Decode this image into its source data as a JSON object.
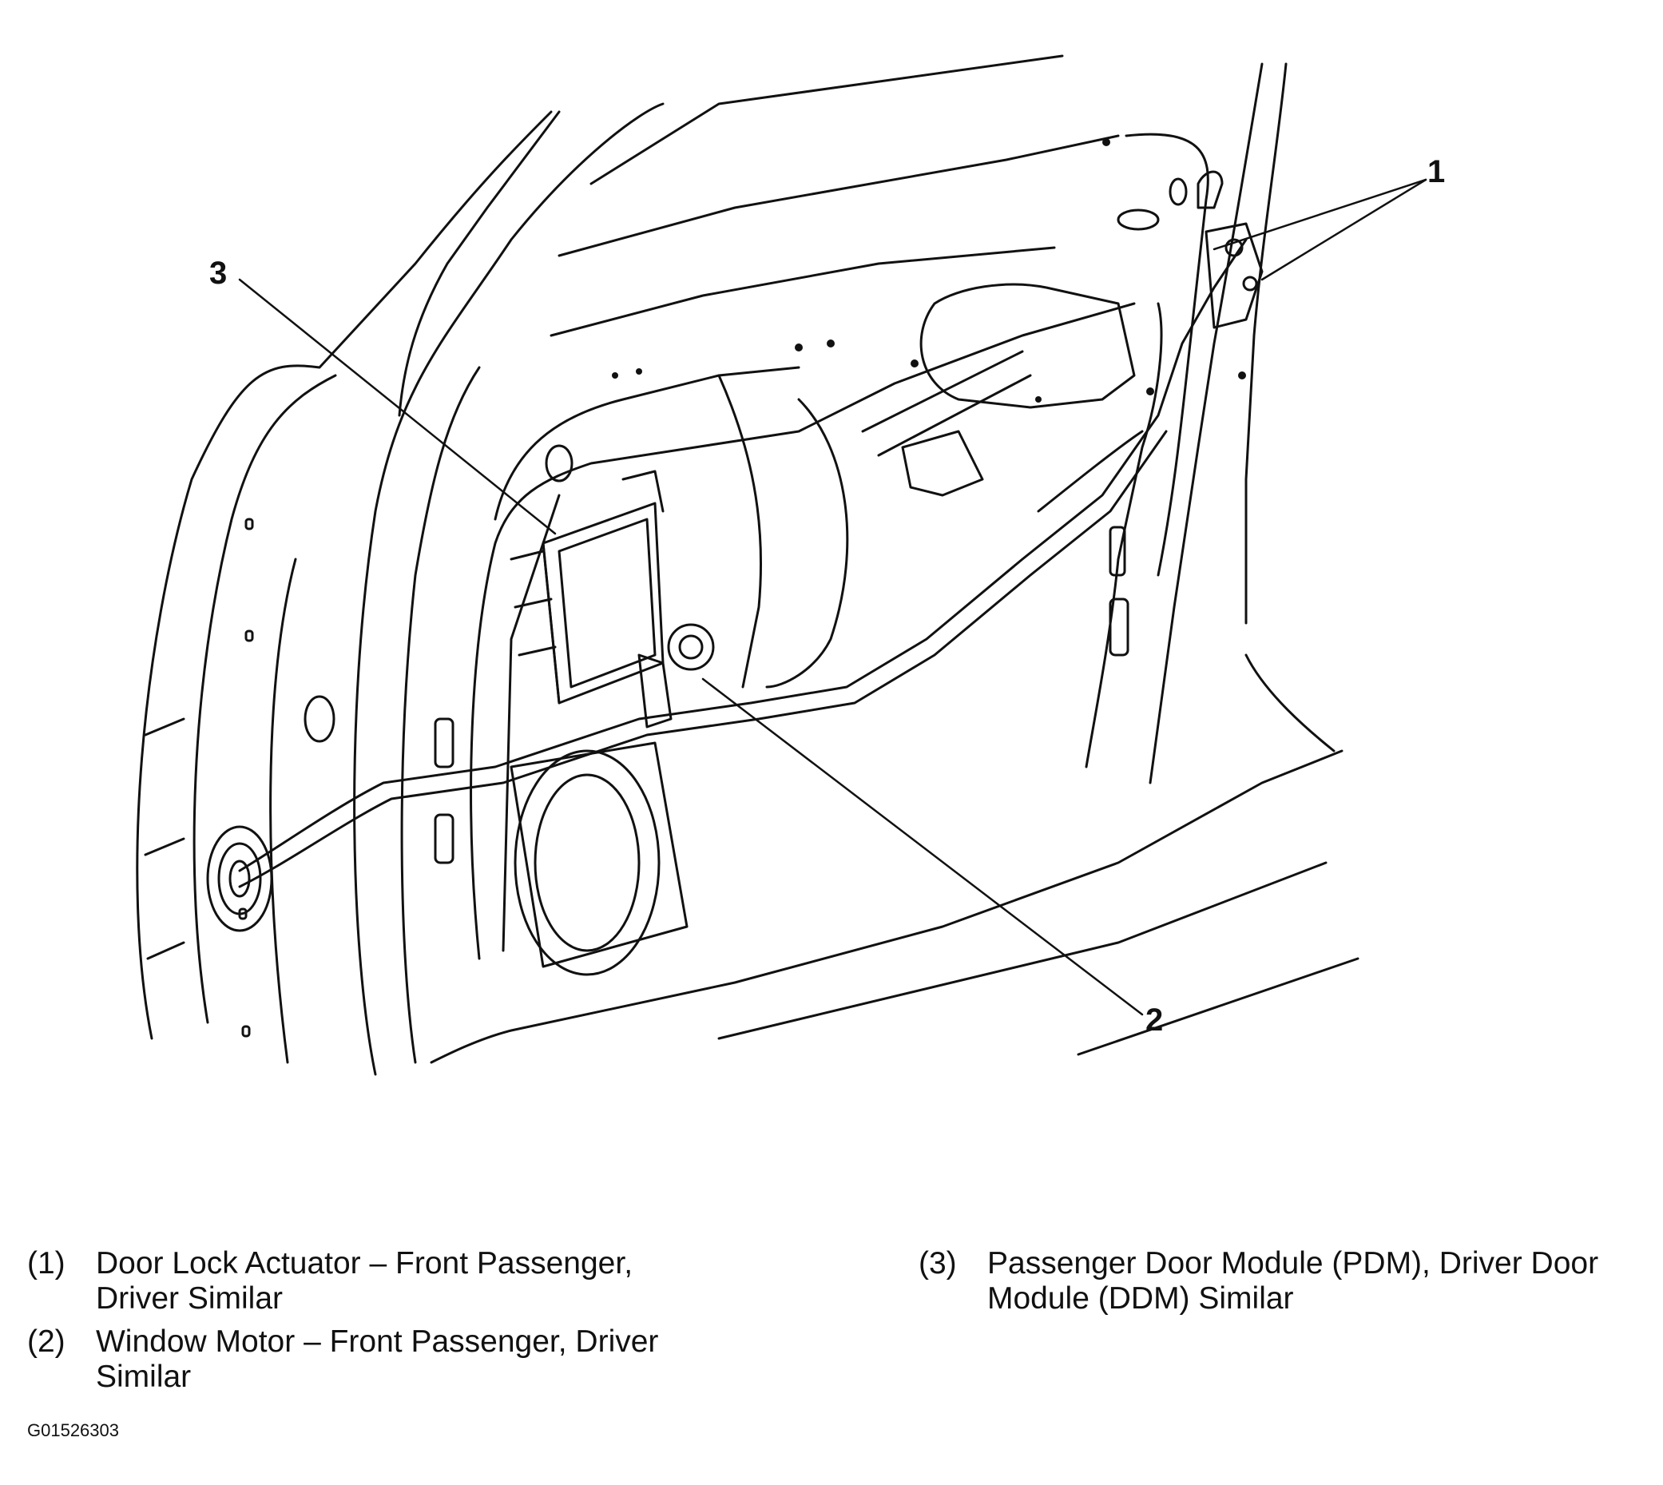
{
  "callouts": [
    {
      "id": "callout-1",
      "number": "1"
    },
    {
      "id": "callout-2",
      "number": "2"
    },
    {
      "id": "callout-3",
      "number": "3"
    }
  ],
  "legend": [
    {
      "number": "(1)",
      "text": "Door Lock Actuator – Front Passenger, Driver Similar"
    },
    {
      "number": "(2)",
      "text": "Window Motor – Front Passenger, Driver Similar"
    },
    {
      "number": "(3)",
      "text": "Passenger Door Module (PDM), Driver Door Module (DDM) Similar"
    }
  ],
  "figure_id": "G01526303",
  "colors": {
    "line": "#111111",
    "background": "#ffffff"
  }
}
